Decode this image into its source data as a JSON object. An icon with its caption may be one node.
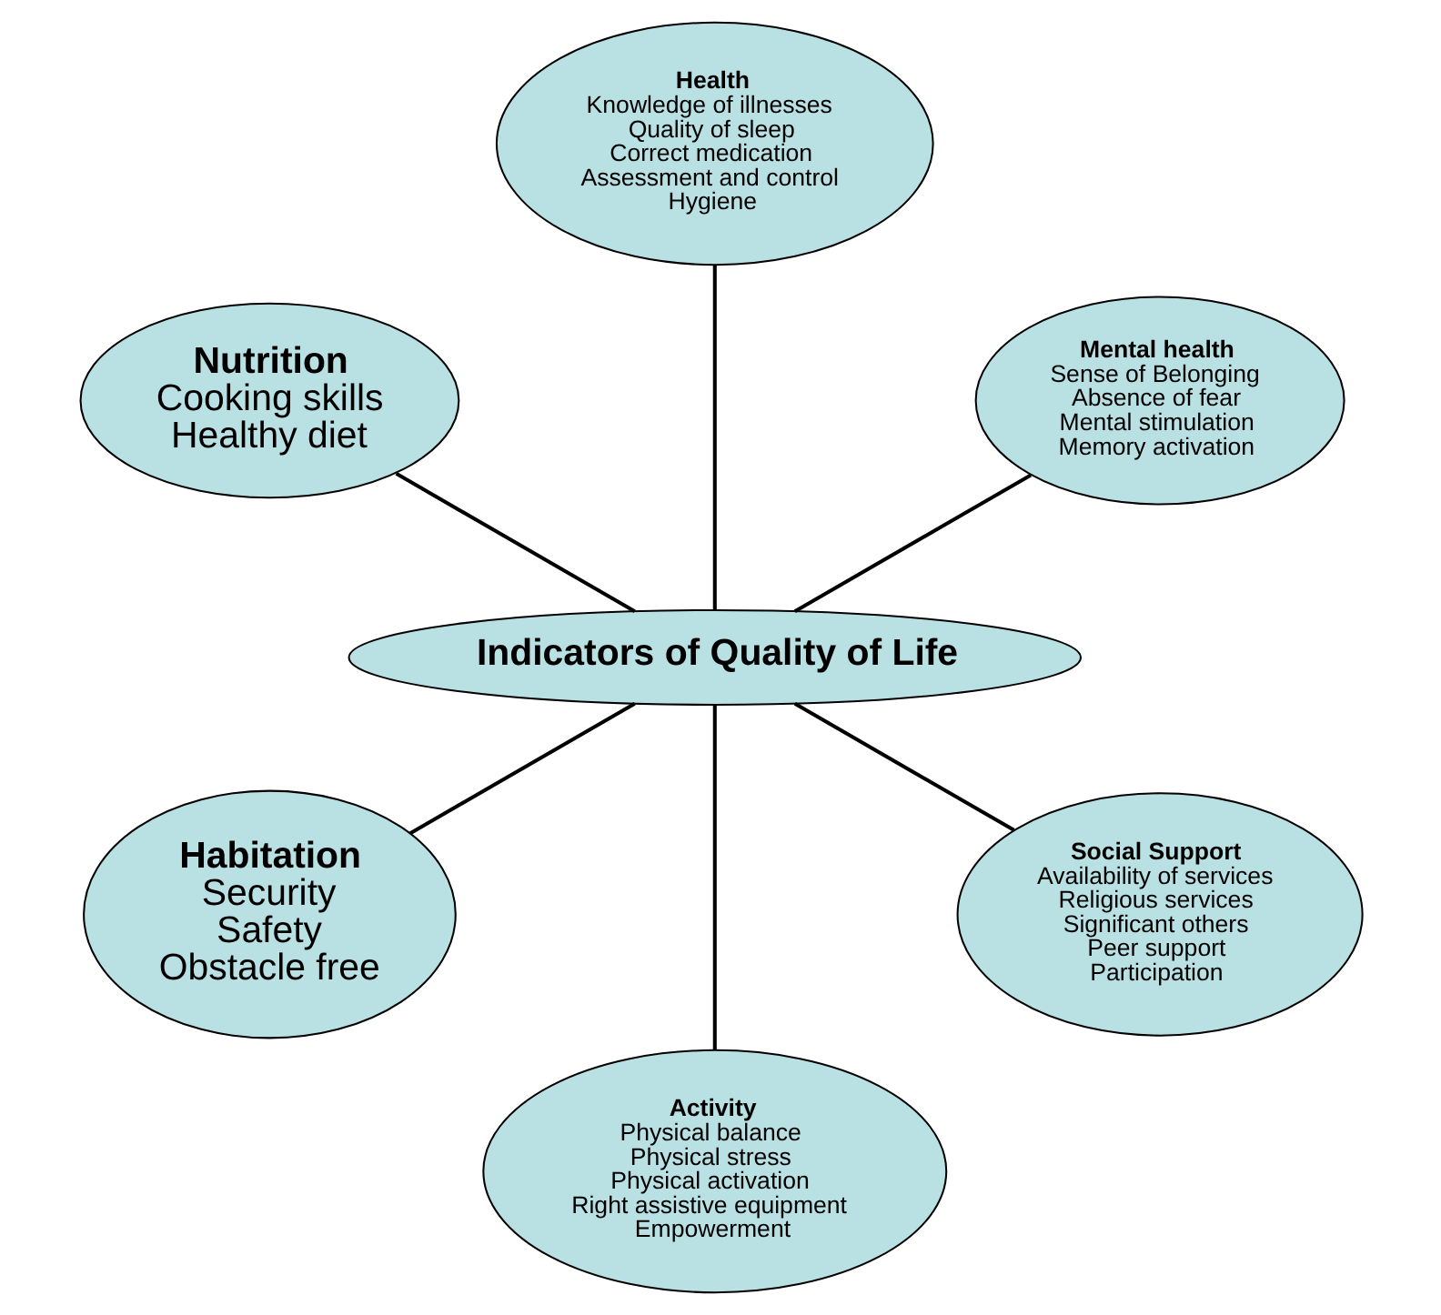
{
  "diagram": {
    "nodes": [
      {
        "text": [
          "Mental health",
          "Sense of Belonging",
          "Absence of fear",
          "Mental stimulation",
          "Memory activation"
        ]
      },
      {
        "text": [
          "Health",
          "Knowledge of illnesses",
          "Quality of sleep",
          "Correct medication",
          "Assessment and control",
          "Hygiene"
        ]
      },
      {
        "text": [
          "Nutrition",
          "Cooking skills",
          "Healthy diet"
        ]
      },
      {
        "text": [
          "Indicators of Quality of Life"
        ]
      },
      {
        "text": [
          "Habitation",
          "Security",
          "Safety",
          "Obstacle free"
        ]
      },
      {
        "text": [
          "Activity",
          "Physical balance",
          "Physical stress",
          "Physical activation",
          "Right assistive equipment",
          "Empowerment"
        ]
      },
      {
        "text": [
          "Social Support",
          "Availability of services",
          "Religious services",
          "Significant others",
          "Peer support",
          "Participation"
        ]
      }
    ],
    "edges": [
      {
        "from": 3,
        "to": 0,
        "arrow": "none"
      },
      {
        "from": 3,
        "to": 2,
        "arrow": "none"
      },
      {
        "from": 3,
        "to": 5,
        "arrow": "none"
      },
      {
        "from": 3,
        "to": 6,
        "arrow": "none"
      },
      {
        "from": 3,
        "to": 4,
        "arrow": "none"
      },
      {
        "from": 3,
        "to": 1,
        "arrow": "none"
      }
    ]
  }
}
